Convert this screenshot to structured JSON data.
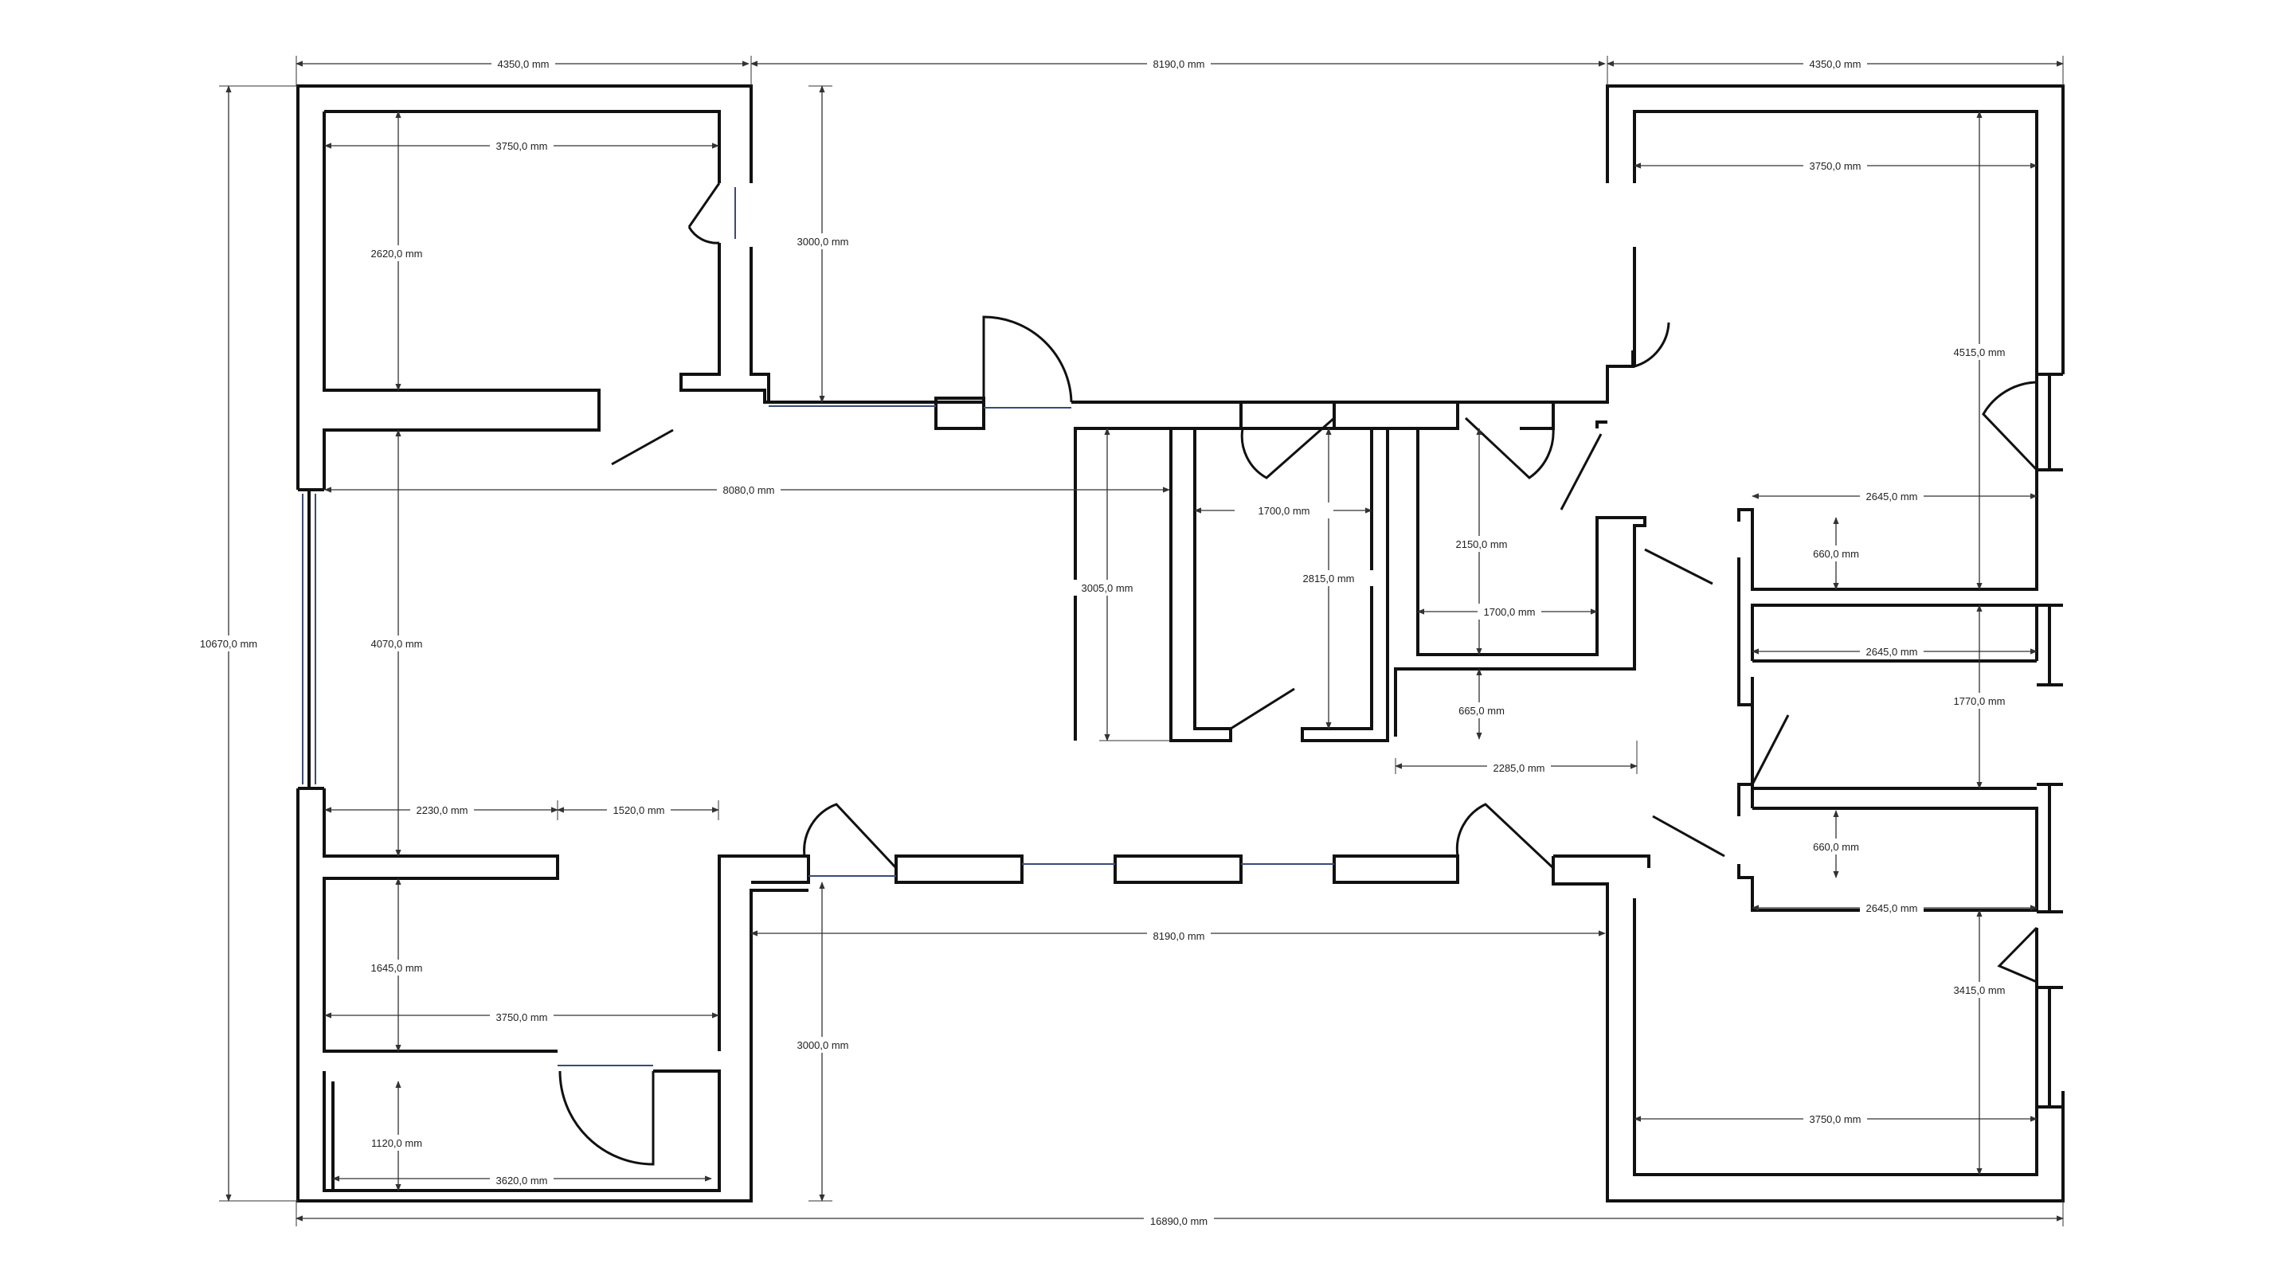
{
  "colors": {
    "background": "#ffffff",
    "wall": "#111111",
    "dimension": "#333333",
    "glass": "#3a4a7a"
  },
  "dimensions": {
    "top_left_width": "4350,0 mm",
    "top_center_width": "8190,0 mm",
    "top_right_width": "4350,0 mm",
    "overall_height": "10670,0 mm",
    "overall_width": "16890,0 mm",
    "nw_room_width": "3750,0 mm",
    "nw_room_height": "2620,0 mm",
    "north_recess_depth": "3000,0 mm",
    "living_width": "8080,0 mm",
    "living_height": "4070,0 mm",
    "hall_depth": "3005,0 mm",
    "bath1_width": "1700,0 mm",
    "bath1_height": "2815,0 mm",
    "bath2_height": "2150,0 mm",
    "bath2_width": "1700,0 mm",
    "hall_offset": "665,0 mm",
    "hall_width": "2285,0 mm",
    "sw_left_width": "2230,0 mm",
    "sw_right_width": "1520,0 mm",
    "south_center_width": "8190,0 mm",
    "south_recess_depth": "3000,0 mm",
    "sw_room_height": "1645,0 mm",
    "sw_room_width": "3750,0 mm",
    "storage_height": "1120,0 mm",
    "storage_width": "3620,0 mm",
    "ne_room_width": "3750,0 mm",
    "ne_room_height": "4515,0 mm",
    "closet1_width": "2645,0 mm",
    "closet1_depth": "660,0 mm",
    "closet2_width": "2645,0 mm",
    "closet_gap": "1770,0 mm",
    "closet3_depth": "660,0 mm",
    "closet3_width": "2645,0 mm",
    "se_room_height": "3415,0 mm",
    "se_room_width": "3750,0 mm"
  }
}
